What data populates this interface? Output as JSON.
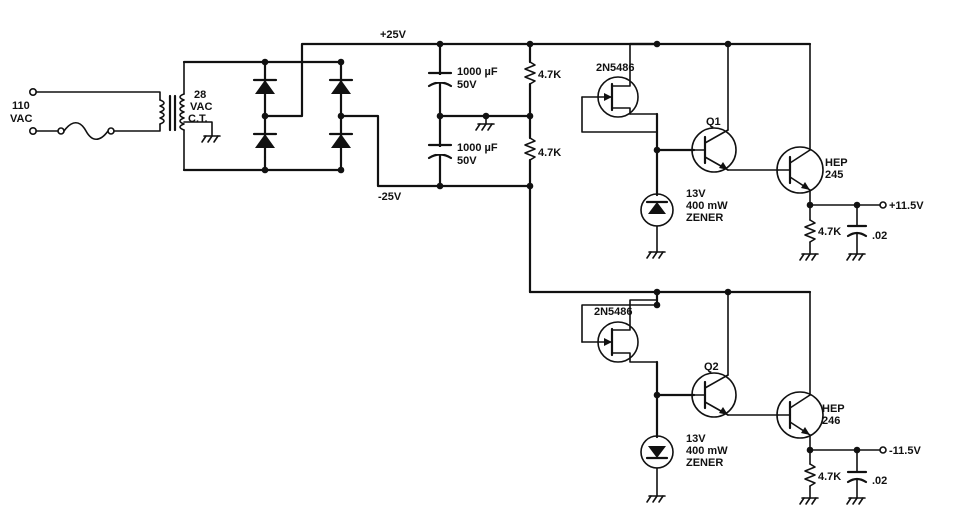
{
  "input": {
    "voltage": "110",
    "unit": "VAC"
  },
  "transformer": {
    "voltage": "28",
    "unit": "VAC",
    "tap": "C.T."
  },
  "rails": {
    "positive": "+25V",
    "negative": "-25V"
  },
  "filter_caps": [
    {
      "value": "1000 µF",
      "rating": "50V"
    },
    {
      "value": "1000 µF",
      "rating": "50V"
    }
  ],
  "divider_resistors": [
    "4.7K",
    "4.7K"
  ],
  "positive_regulator": {
    "fet": "2N5486",
    "driver": "Q1",
    "zener": [
      "13V",
      "400 mW",
      "ZENER"
    ],
    "pass": [
      "HEP",
      "245"
    ],
    "load_resistor": "4.7K",
    "output_cap": ".02",
    "output": "+11.5V"
  },
  "negative_regulator": {
    "fet": "2N5486",
    "driver": "Q2",
    "zener": [
      "13V",
      "400 mW",
      "ZENER"
    ],
    "pass": [
      "HEP",
      "246"
    ],
    "load_resistor": "4.7K",
    "output_cap": ".02",
    "output": "-11.5V"
  }
}
